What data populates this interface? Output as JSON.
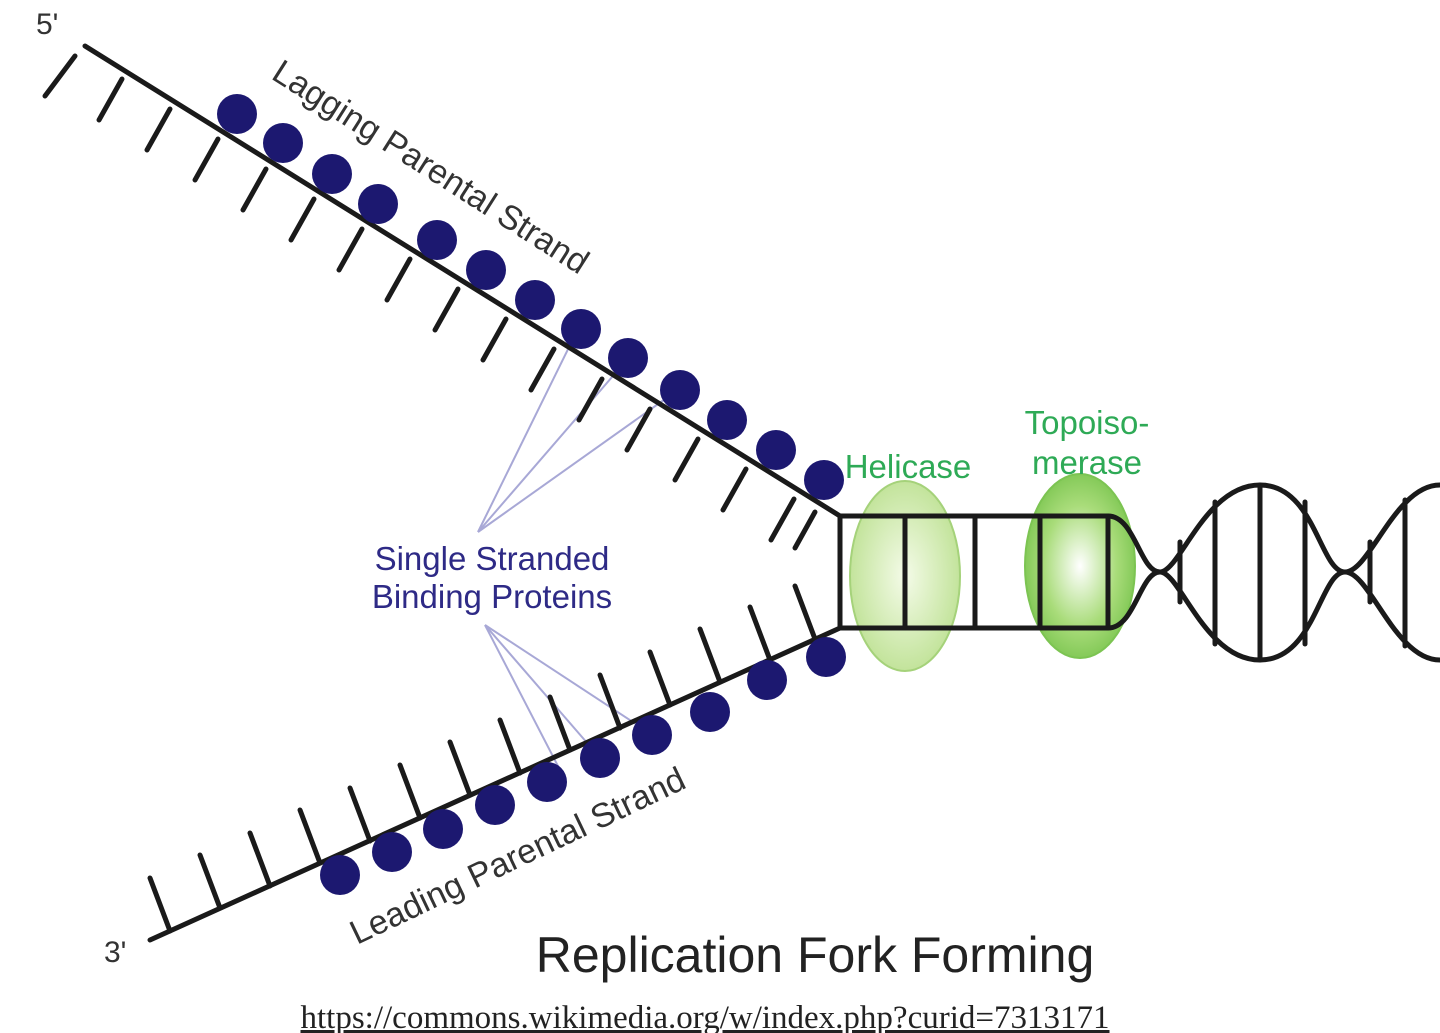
{
  "labels": {
    "five_prime": "5'",
    "three_prime": "3'",
    "lagging_strand": "Lagging Parental Strand",
    "leading_strand": "Leading Parental Strand",
    "ssb_line1": "Single Stranded",
    "ssb_line2": "Binding Proteins",
    "helicase": "Helicase",
    "topoisomerase_line1": "Topoiso-",
    "topoisomerase_line2": "merase",
    "title": "Replication Fork Forming",
    "source": "https://commons.wikimedia.org/w/index.php?curid=7313171"
  },
  "colors": {
    "strand": "#1a1a1a",
    "binding_protein": "#1c1870",
    "pointer_line": "#a8a8d6",
    "ssb_text": "#2e2a86",
    "enzyme_text": "#2eaa56",
    "helicase_fill": "#c9e6a0",
    "topoisomerase_fill": "#8fcf5a"
  }
}
